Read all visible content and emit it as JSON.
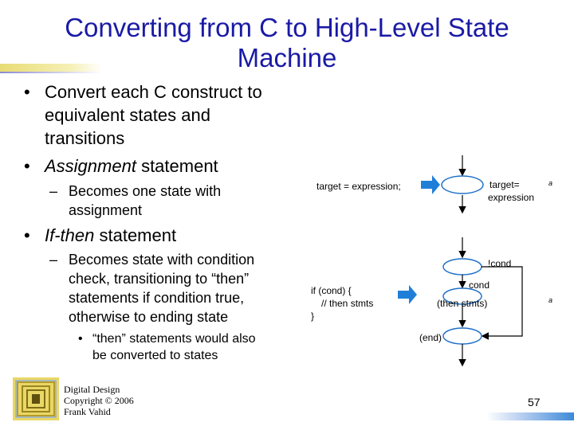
{
  "slide": {
    "title_line1": "Converting from C to High-Level State",
    "title_line2": "Machine",
    "bullets": {
      "b1_line1": "Convert each C construct to",
      "b1_line2": "equivalent states and",
      "b1_line3": "transitions",
      "b2_italic": "Assignment",
      "b2_rest": " statement",
      "b2_sub_line1": "Becomes one state with",
      "b2_sub_line2": "assignment",
      "b3_italic": "If-then",
      "b3_rest": " statement",
      "b3_sub_line1": "Becomes state with condition",
      "b3_sub_line2": "check, transitioning to “then”",
      "b3_sub_line3": "statements if condition true,",
      "b3_sub_line4": "otherwise to ending state",
      "b3_subsub_line1": "“then” statements would also",
      "b3_subsub_line2": "be converted to states"
    },
    "diagram1": {
      "code": "target = expression;",
      "label_line1": "target=",
      "label_line2": "expression",
      "marker": "a"
    },
    "diagram2": {
      "code_line1": "if (cond) {",
      "code_line2": "// then stmts",
      "code_line3": "}",
      "not_cond": "!cond",
      "cond": "cond",
      "then_stmts": "(then stmts)",
      "end": "(end)",
      "marker": "a"
    },
    "footer": {
      "line1": "Digital Design",
      "line2": "Copyright © 2006",
      "line3": "Frank Vahid",
      "page": "57"
    },
    "colors": {
      "title": "#1a1aa6",
      "arrow": "#1f7fd8"
    }
  }
}
